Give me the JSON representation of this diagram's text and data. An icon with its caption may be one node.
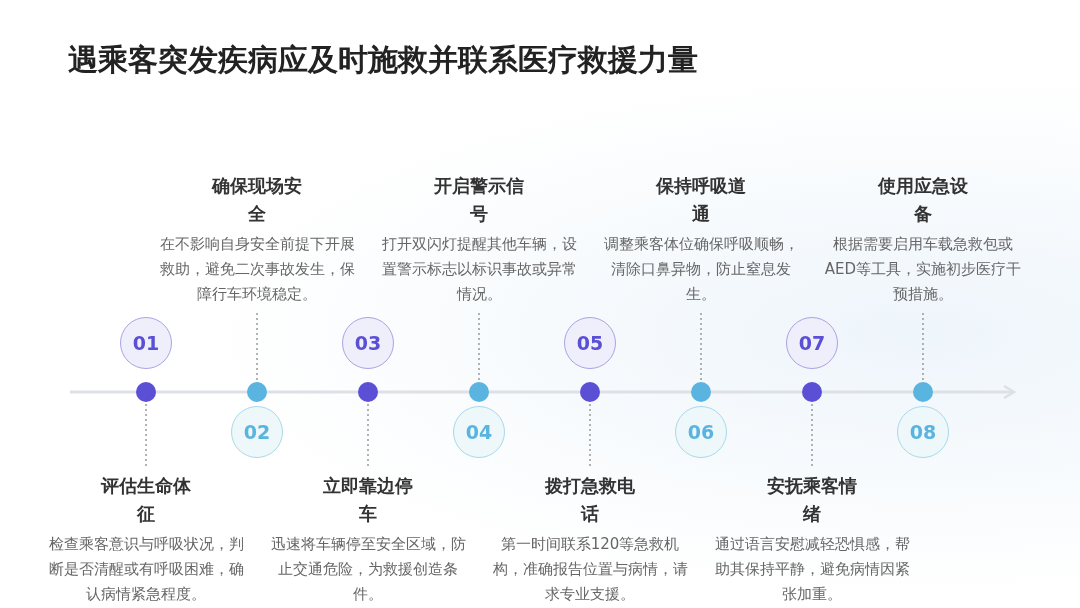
{
  "diagram": {
    "title": "遇乘客突发疾病应及时施救并联系医疗救援力量",
    "nodes": [
      {
        "text": [
          "01"
        ]
      },
      {
        "text": [
          "02"
        ]
      },
      {
        "text": [
          "03"
        ]
      },
      {
        "text": [
          "04"
        ]
      },
      {
        "text": [
          "05"
        ]
      },
      {
        "text": [
          "06"
        ]
      },
      {
        "text": [
          "07"
        ]
      },
      {
        "text": [
          "08"
        ]
      },
      {
        "text": [],
        "shape": "circle"
      },
      {
        "text": [],
        "shape": "circle"
      },
      {
        "text": [],
        "shape": "circle"
      },
      {
        "text": [],
        "shape": "circle"
      },
      {
        "text": [],
        "shape": "circle"
      },
      {
        "text": [],
        "shape": "circle"
      },
      {
        "text": [],
        "shape": "circle"
      },
      {
        "text": [],
        "shape": "circle"
      },
      {
        "text": [
          "评估生命体征",
          "检查乘客意识与呼吸状况，判断是否清醒或有呼吸困难，确认病情紧急程度。"
        ]
      },
      {
        "text": [
          "确保现场安全",
          "在不影响自身安全前提下开展救助，避免二次事故发生，保障行车环境稳定。"
        ]
      },
      {
        "text": [
          "立即靠边停车",
          "迅速将车辆停至安全区域，防止交通危险，为救援创造条件。"
        ]
      },
      {
        "text": [
          "开启警示信号",
          "打开双闪灯提醒其他车辆，设置警示标志以标识事故或异常情况。"
        ]
      },
      {
        "text": [
          "拨打急救电话",
          "第一时间联系120等急救机构，准确报告位置与病情，请求专业支援。"
        ]
      },
      {
        "text": [
          "保持呼吸道通",
          "调整乘客体位确保呼吸顺畅，清除口鼻异物，防止窒息发生。"
        ]
      },
      {
        "text": [
          "安抚乘客情绪",
          "通过语言安慰减轻恐惧感，帮助其保持平静，避免病情因紧张加重。"
        ]
      },
      {
        "text": [
          "使用应急设备",
          "根据需要启用车载急救包或AED等工具，实施初步医疗干预措施。"
        ]
      }
    ],
    "edges": [
      {
        "from": 8,
        "to": 16,
        "arrow": "none",
        "style": "dashed"
      },
      {
        "from": 9,
        "to": 17,
        "arrow": "none",
        "style": "dashed"
      },
      {
        "from": 10,
        "to": 18,
        "arrow": "none",
        "style": "dashed"
      },
      {
        "from": 11,
        "to": 19,
        "arrow": "none",
        "style": "dashed"
      },
      {
        "from": 12,
        "to": 20,
        "arrow": "none",
        "style": "dashed"
      },
      {
        "from": 13,
        "to": 21,
        "arrow": "none",
        "style": "dashed"
      },
      {
        "from": 14,
        "to": 22,
        "arrow": "none",
        "style": "dashed"
      },
      {
        "from": 15,
        "to": 23,
        "arrow": "none",
        "style": "dashed"
      }
    ]
  }
}
